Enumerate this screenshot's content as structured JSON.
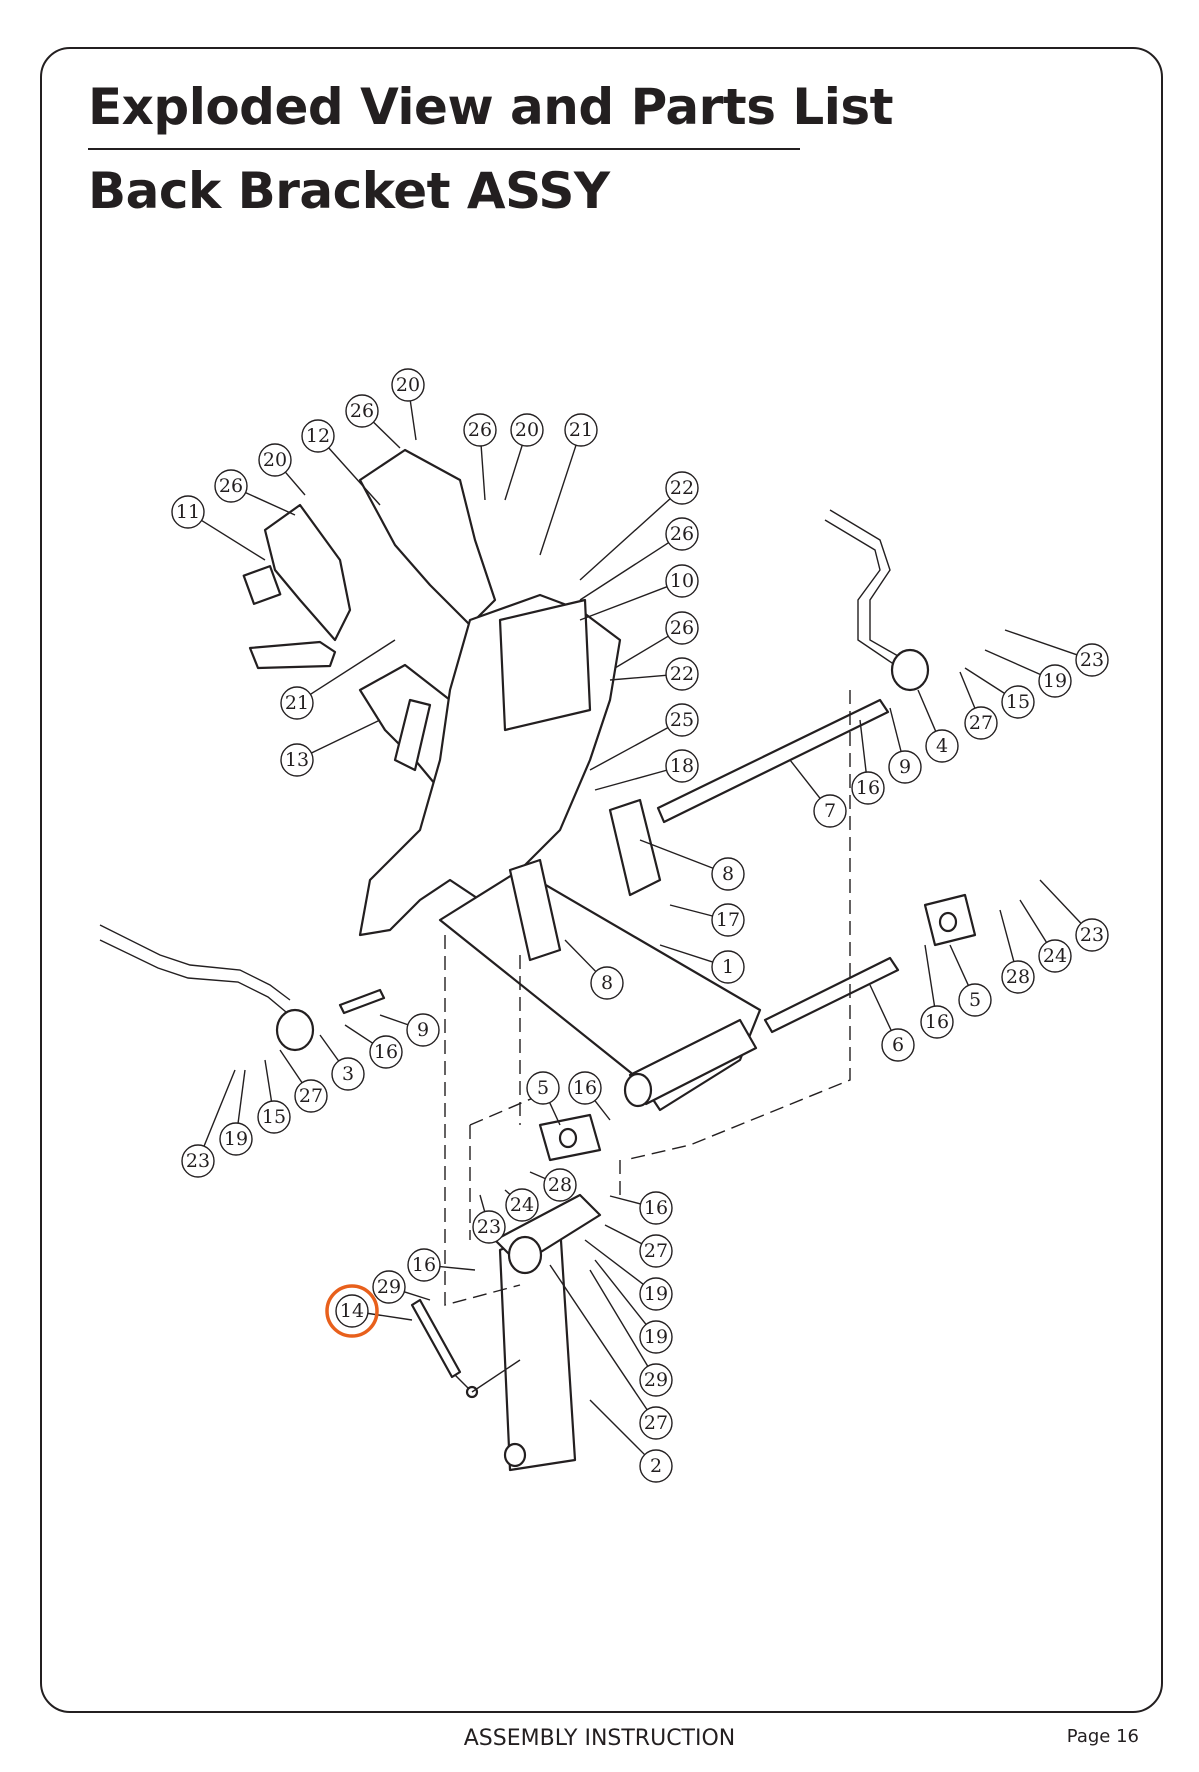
{
  "header": {
    "title": "Exploded View and Parts List",
    "subtitle": "Back Bracket ASSY"
  },
  "footer": {
    "label": "ASSEMBLY INSTRUCTION",
    "page": "Page 16"
  },
  "highlight": {
    "part": "14",
    "color": "#e8601c"
  },
  "callouts": [
    "20",
    "26",
    "12",
    "26",
    "20",
    "21",
    "20",
    "26",
    "11",
    "22",
    "26",
    "10",
    "26",
    "22",
    "21",
    "25",
    "13",
    "18",
    "23",
    "19",
    "15",
    "27",
    "4",
    "9",
    "16",
    "7",
    "8",
    "17",
    "1",
    "8",
    "23",
    "24",
    "28",
    "5",
    "16",
    "6",
    "9",
    "16",
    "3",
    "27",
    "15",
    "19",
    "23",
    "5",
    "16",
    "28",
    "24",
    "23",
    "16",
    "27",
    "16",
    "29",
    "14",
    "19",
    "19",
    "29",
    "27",
    "2"
  ]
}
